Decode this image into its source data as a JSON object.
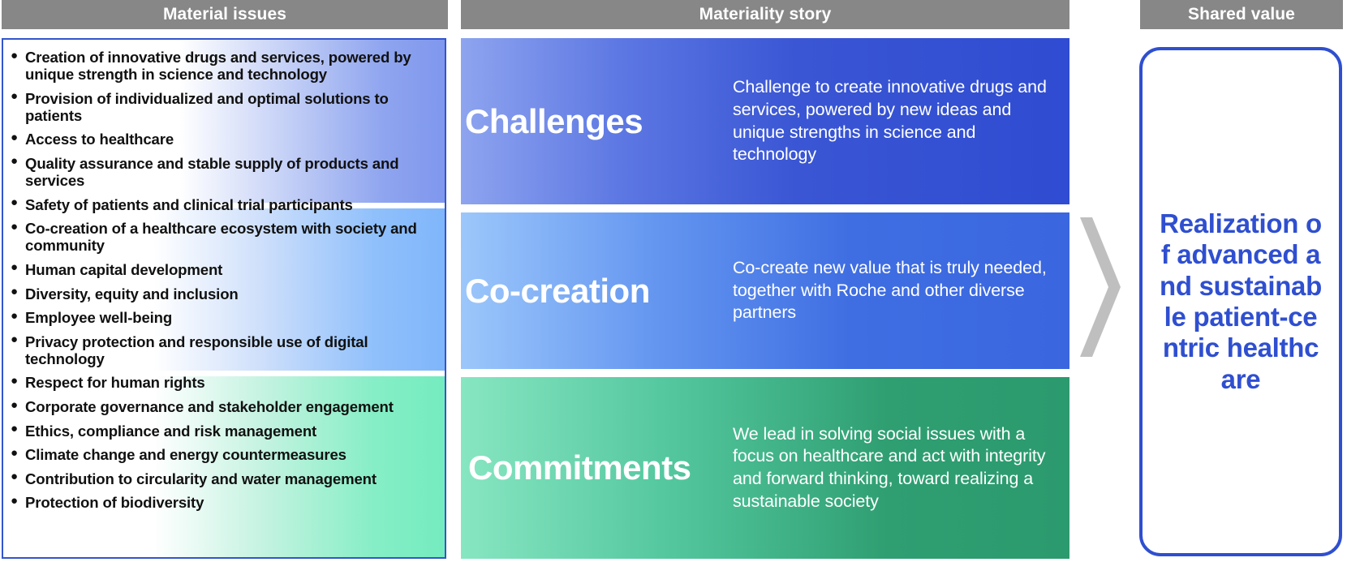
{
  "headers": {
    "material_issues": "Material issues",
    "materiality_story": "Materiality story",
    "shared_value": "Shared value"
  },
  "material_issues": {
    "groups": [
      {
        "name": "challenges-group",
        "items": [
          "Creation of innovative drugs and services, powered by unique strength in science and technology",
          "Provision of individualized and optimal solutions to patients",
          "Access to healthcare",
          "Quality assurance and stable supply of products and services"
        ]
      },
      {
        "name": "cocreation-group",
        "items": [
          "Safety of patients and clinical trial participants",
          "Co-creation of a healthcare ecosystem with society and community",
          "Human capital development",
          "Diversity, equity and inclusion",
          "Employee well-being",
          "Privacy protection and responsible use of digital technology"
        ]
      },
      {
        "name": "commitments-group",
        "items": [
          "Respect for human rights",
          "Corporate governance and stakeholder engagement",
          "Ethics, compliance and risk management",
          "Climate change and energy countermeasures",
          "Contribution to circularity and water management",
          "Protection of biodiversity"
        ]
      }
    ],
    "all_items": [
      "Creation of innovative drugs and services, powered by unique strength in science and technology",
      "Provision of individualized and optimal solutions to patients",
      "Access to healthcare",
      "Quality assurance and stable supply of products and services",
      "Safety of patients and clinical trial participants",
      "Co-creation of a healthcare ecosystem with society and community",
      "Human capital development",
      "Diversity, equity and inclusion",
      "Employee well-being",
      "Privacy protection and responsible use of digital technology",
      "Respect for human rights",
      "Corporate governance and stakeholder engagement",
      "Ethics, compliance and risk management",
      "Climate change and energy countermeasures",
      "Contribution to circularity and water management",
      "Protection of biodiversity"
    ]
  },
  "materiality_story": {
    "bands": [
      {
        "title": "Challenges",
        "description": "Challenge to create innovative drugs and services, powered by new ideas and unique strengths in science and technology"
      },
      {
        "title": "Co-creation",
        "description": "Co-create new value that is truly needed, together with Roche and other diverse partners"
      },
      {
        "title": "Commitments",
        "description": "We lead in solving social issues with a focus on healthcare and act with integrity and forward thinking, toward realizing a sustainable society"
      }
    ]
  },
  "shared_value": {
    "text": "Realization of advanced and sustainable patient-centric healthcare"
  },
  "icons": {
    "chevron": "chevron-right-icon",
    "bullet": "bullet-dot-icon"
  },
  "colors": {
    "header_gray": "#878787",
    "brand_blue": "#2f4fd0",
    "challenges_blue": "#3a56d4",
    "cocreation_blue": "#3f6ee2",
    "commitments_green": "#2f9f72",
    "chevron_gray": "#bfbfbf",
    "text_white": "#ffffff",
    "text_black": "#111111"
  }
}
